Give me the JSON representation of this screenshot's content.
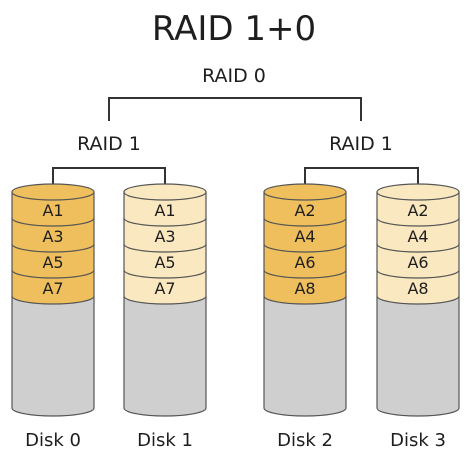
{
  "title": "RAID 1+0",
  "top_level": {
    "label": "RAID 0"
  },
  "mirrors": [
    {
      "label": "RAID 1"
    },
    {
      "label": "RAID 1"
    }
  ],
  "colors": {
    "primary_block": "#eebf5c",
    "mirror_block": "#fae8c0",
    "empty_space": "#cfcfcf",
    "outline": "#555555"
  },
  "disks": [
    {
      "label": "Disk 0",
      "style": "primary",
      "blocks": [
        "A1",
        "A3",
        "A5",
        "A7"
      ]
    },
    {
      "label": "Disk 1",
      "style": "mirror",
      "blocks": [
        "A1",
        "A3",
        "A5",
        "A7"
      ]
    },
    {
      "label": "Disk 2",
      "style": "primary",
      "blocks": [
        "A2",
        "A4",
        "A6",
        "A8"
      ]
    },
    {
      "label": "Disk 3",
      "style": "mirror",
      "blocks": [
        "A2",
        "A4",
        "A6",
        "A8"
      ]
    }
  ]
}
